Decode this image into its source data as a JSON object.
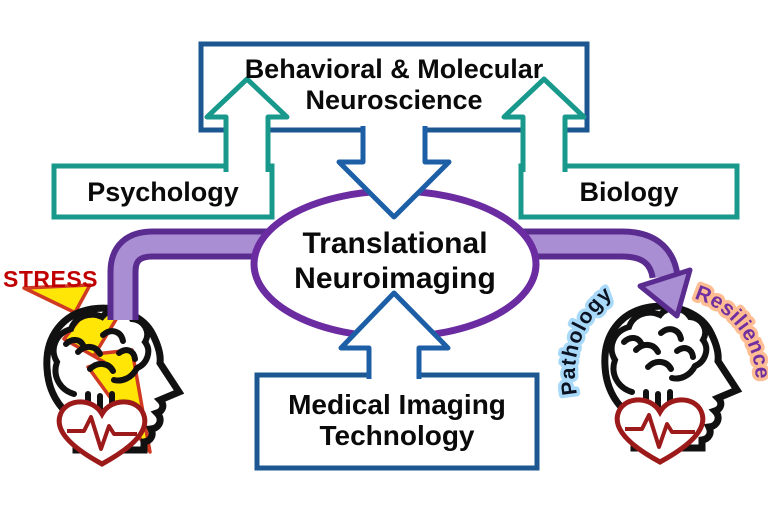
{
  "nodes": {
    "neuroscience": {
      "line1": "Behavioral & Molecular",
      "line2": "Neuroscience"
    },
    "psychology": {
      "label": "Psychology"
    },
    "biology": {
      "label": "Biology"
    },
    "center": {
      "line1": "Translational",
      "line2": "Neuroimaging"
    },
    "imaging": {
      "line1": "Medical Imaging",
      "line2": "Technology"
    }
  },
  "annotations": {
    "stress": "STRESS",
    "pathology": "Pathology",
    "resilience": "Resilience"
  },
  "colors": {
    "box_border_blue": "#1d5792",
    "arrow_blue": "#1d5fa6",
    "teal": "#18998c",
    "ellipse_purple": "#6b2ba1",
    "purple_arrow_fill": "#aa8ed3",
    "purple_arrow_edge": "#5b2c90",
    "stress_red": "#c00000",
    "bolt_yellow": "#ffe606",
    "bolt_edge": "#d03a22",
    "heart_red": "#9c1a1a",
    "head_black": "#111111",
    "pathology_text": "#0b1322",
    "pathology_glow": "#a8d9f8",
    "resilience_text": "#7030a0",
    "resilience_glow": "#ffbd93"
  }
}
